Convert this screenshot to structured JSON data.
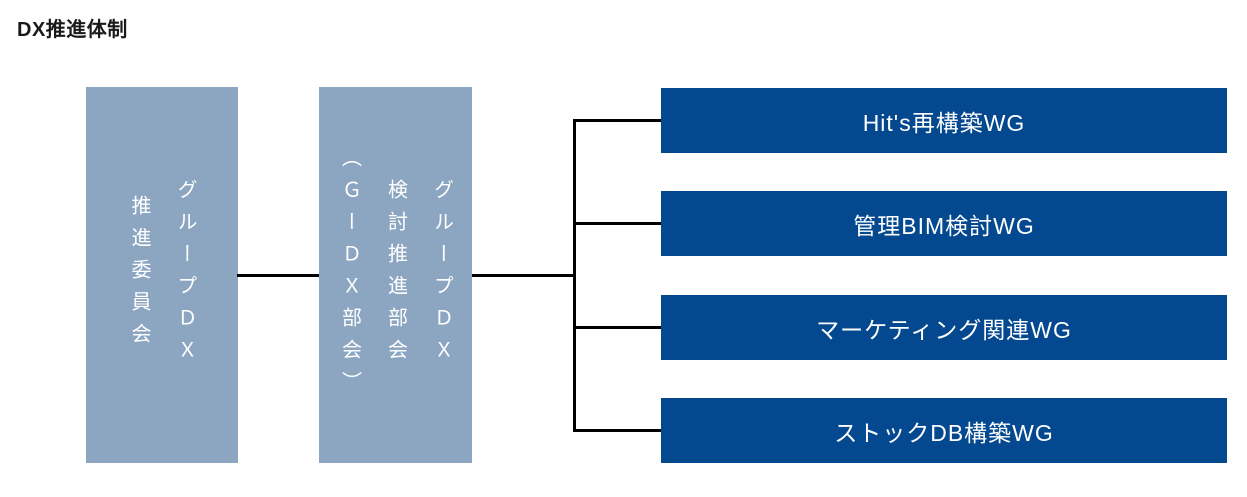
{
  "page": {
    "title": "DX推進体制",
    "background": "#ffffff"
  },
  "diagram": {
    "colors": {
      "org_box_fill": "#8ca6c2",
      "wg_box_fill": "#04488f",
      "box_text": "#ffffff",
      "connector_line": "#000000",
      "title_text": "#1a1a1a"
    },
    "committee": {
      "name": "グループDX推進委員会",
      "lines": [
        "グループＤＸ",
        "推進委員会"
      ]
    },
    "subcommittee": {
      "name": "グループDX検討推進部会（G-DX部会）",
      "lines": [
        "グループＤＸ",
        "検討推進部会",
        "（ＧーＤＸ部会）"
      ]
    },
    "working_groups": [
      {
        "label": "Hit's再構築WG"
      },
      {
        "label": "管理BIM検討WG"
      },
      {
        "label": "マーケティング関連WG"
      },
      {
        "label": "ストックDB構築WG"
      }
    ]
  }
}
